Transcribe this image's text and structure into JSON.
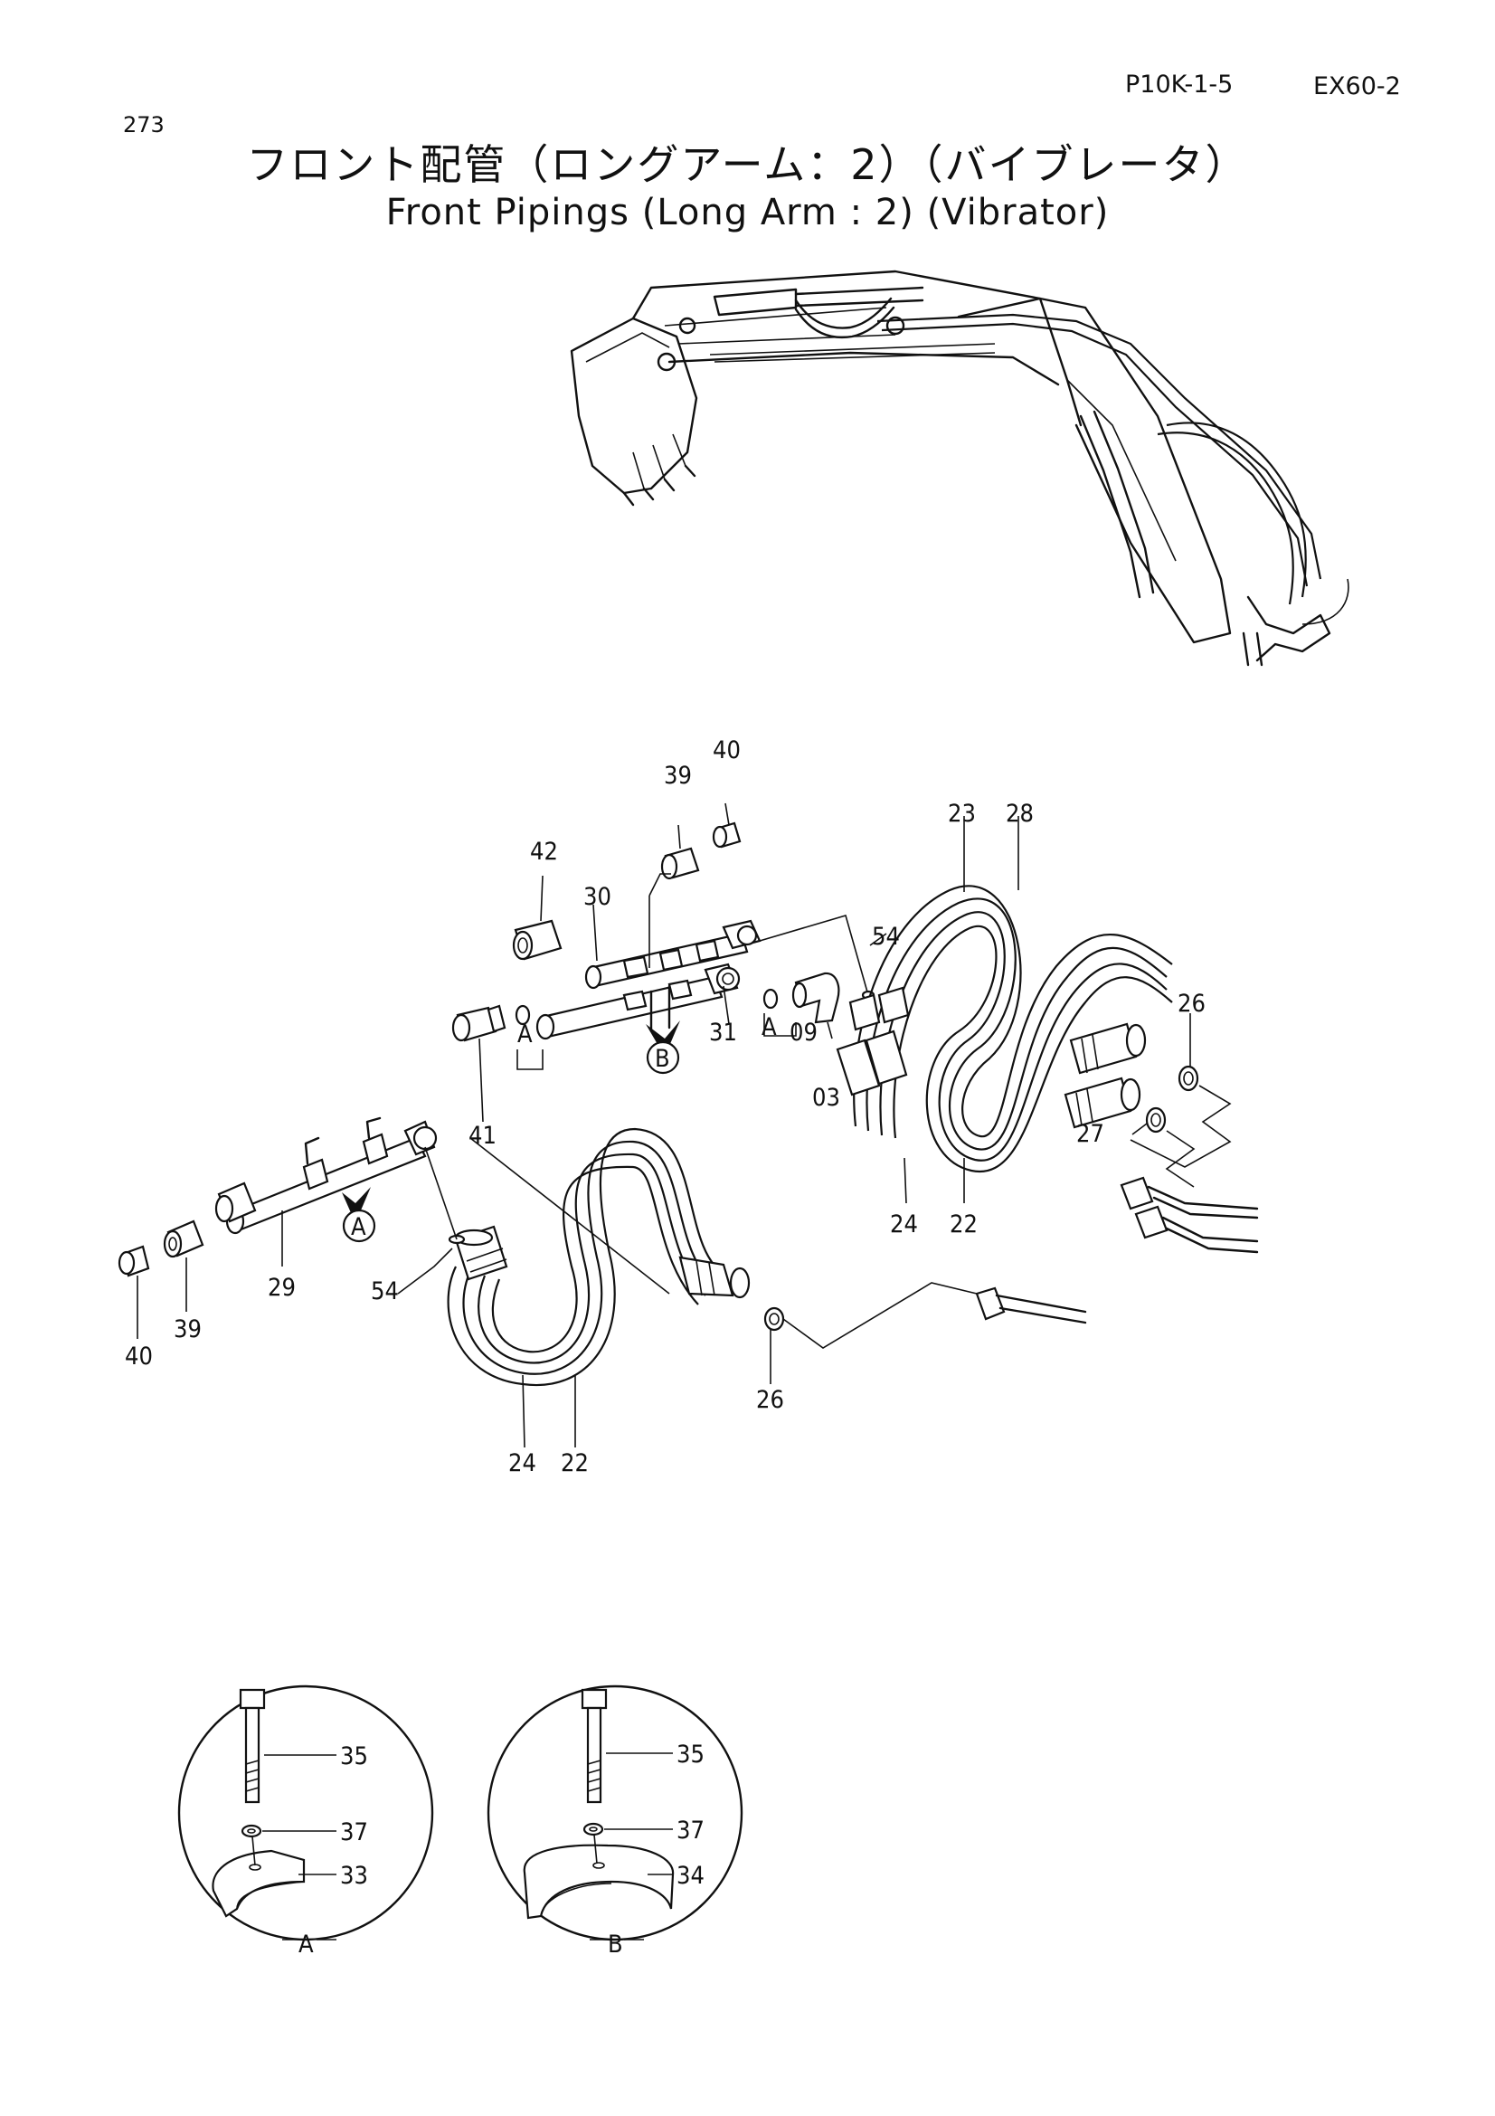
{
  "header": {
    "page_code": "P10K-1-5",
    "model": "EX60-2",
    "sheet_no": "273"
  },
  "title": {
    "jp": "フロント配管（ロングアーム：2）（バイブレータ）",
    "en": "Front Pipings (Long Arm : 2) (Vibrator)"
  },
  "callouts": {
    "c40a": "40",
    "c39a": "39",
    "c42": "42",
    "c30": "30",
    "c23": "23",
    "c28": "28",
    "c54a": "54",
    "c26a": "26",
    "cA1": "A",
    "cA2": "A",
    "c41": "41",
    "c31": "31",
    "c09": "09",
    "c03": "03",
    "c27": "27",
    "c24a": "24",
    "c22a": "22",
    "c29": "29",
    "c40b": "40",
    "c39b": "39",
    "c54b": "54",
    "c26b": "26",
    "c24b": "24",
    "c22b": "22"
  },
  "detail_a": {
    "label": "A",
    "bolt": "35",
    "washer": "37",
    "clamp": "33",
    "marker": "A"
  },
  "detail_b": {
    "label": "B",
    "bolt": "35",
    "washer": "37",
    "clamp": "34",
    "marker": "B"
  }
}
